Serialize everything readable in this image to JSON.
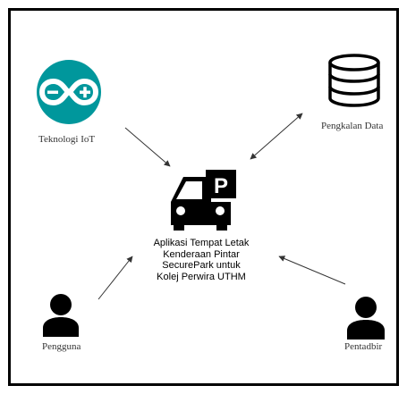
{
  "nodes": {
    "iot": {
      "label": "Teknologi IoT",
      "icon": "arduino-logo-icon",
      "color": "#00979c"
    },
    "database": {
      "label": "Pengkalan Data",
      "icon": "database-icon"
    },
    "app": {
      "icon": "parking-car-icon",
      "lines": [
        "Aplikasi Tempat Letak",
        "Kenderaan Pintar",
        "SecurePark untuk",
        "Kolej Perwira UTHM"
      ]
    },
    "user": {
      "label": "Pengguna",
      "icon": "user-icon"
    },
    "admin": {
      "label": "Pentadbir",
      "icon": "admin-user-icon"
    }
  },
  "parking_sign": "P",
  "edges": [
    {
      "from": "Teknologi IoT",
      "to": "Aplikasi Tempat Letak Kenderaan Pintar",
      "direction": "one-way"
    },
    {
      "from": "Pengkalan Data",
      "to": "Aplikasi Tempat Letak Kenderaan Pintar",
      "direction": "two-way"
    },
    {
      "from": "Pengguna",
      "to": "Aplikasi Tempat Letak Kenderaan Pintar",
      "direction": "one-way"
    },
    {
      "from": "Pentadbir",
      "to": "Aplikasi Tempat Letak Kenderaan Pintar",
      "direction": "one-way"
    }
  ]
}
